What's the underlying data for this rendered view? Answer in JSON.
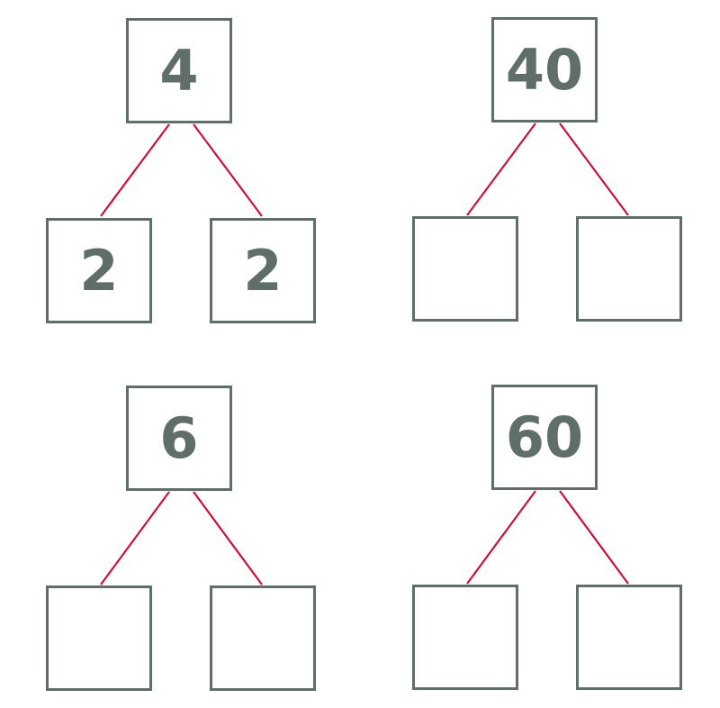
{
  "colors": {
    "box_border": "#5f6e69",
    "number_text": "#5f6e69",
    "connector": "#c8103a",
    "background": "#ffffff"
  },
  "trees": [
    {
      "whole": "4",
      "parts": [
        "2",
        "2"
      ]
    },
    {
      "whole": "40",
      "parts": [
        "",
        ""
      ]
    },
    {
      "whole": "6",
      "parts": [
        "",
        ""
      ]
    },
    {
      "whole": "60",
      "parts": [
        "",
        ""
      ]
    }
  ]
}
